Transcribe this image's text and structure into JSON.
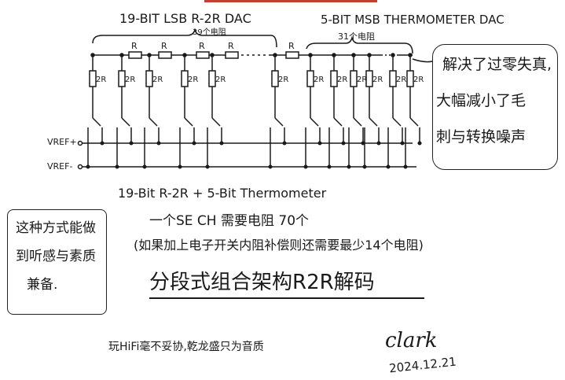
{
  "header": {
    "lsb_title": "19-BIT LSB R-2R DAC",
    "lsb_count": "39个电阻",
    "msb_title": "5-BIT MSB THERMOMETER DAC",
    "msb_count": "31个电阻"
  },
  "circuit": {
    "resistor_r": "R",
    "resistor_2r": "2R",
    "vref_plus": "VREF+",
    "vref_minus": "VREF-"
  },
  "callout_right": [
    "解决了过零失真,",
    "大幅减小了毛",
    "刺与转换噪声"
  ],
  "callout_left": [
    "这种方式能做",
    "到听感与素质",
    "兼备."
  ],
  "notes": {
    "line1": "19-Bit R-2R + 5-Bit Thermometer",
    "line2": "一个SE CH 需要电阻 70个",
    "line3": "(如果加上电子开关内阻补偿则还需要最少14个电阻)",
    "headline": "分段式组合架构R2R解码",
    "footer": "玩HiFi毫不妥协,乾龙盛只为音质",
    "signature": "clark",
    "date": "2024.12.21"
  },
  "colors": {
    "ink": "#1a1a1a",
    "accent": "#c24030"
  }
}
